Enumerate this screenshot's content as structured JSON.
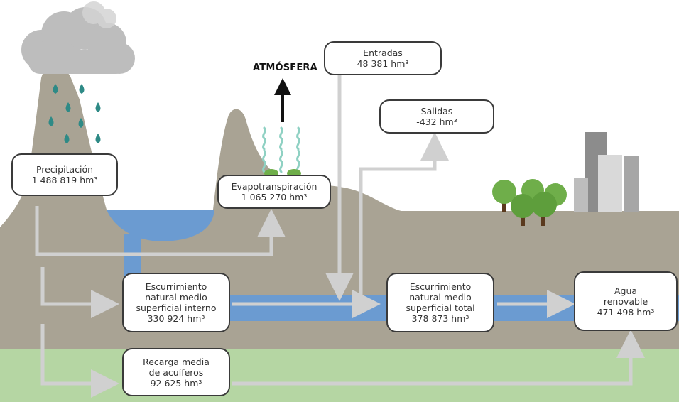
{
  "atmosphere_label": "ATMÓSFERA",
  "colors": {
    "terrain": "#a9a394",
    "water": "#6b9bd1",
    "aquifer": "#b5d6a3",
    "cloud": "#bdbdbd",
    "raindrop": "#2e8a86",
    "vapor": "#8fd1c3",
    "tree": "#6fae4a",
    "trunk": "#5b3a1e",
    "building": "#b3b3b3",
    "arrow": "#d0d0d0"
  },
  "boxes": {
    "precipitacion": {
      "title": "Precipitación",
      "value": "1 488 819 hm³"
    },
    "evapotranspiracion": {
      "title": "Evapotranspiración",
      "value": "1 065 270 hm³"
    },
    "entradas": {
      "title": "Entradas",
      "value": "48 381 hm³"
    },
    "salidas": {
      "title": "Salidas",
      "value": "-432 hm³"
    },
    "escurrimiento_interno": {
      "line1": "Escurrimiento",
      "line2": "natural medio",
      "line3": "superficial interno",
      "value": "330 924 hm³"
    },
    "escurrimiento_total": {
      "line1": "Escurrimiento",
      "line2": "natural medio",
      "line3": "superficial total",
      "value": "378 873 hm³"
    },
    "agua_renovable": {
      "line1": "Agua",
      "line2": "renovable",
      "value": "471 498 hm³"
    },
    "recarga": {
      "line1": "Recarga media",
      "line2": "de acuíferos",
      "value": "92 625 hm³"
    }
  }
}
